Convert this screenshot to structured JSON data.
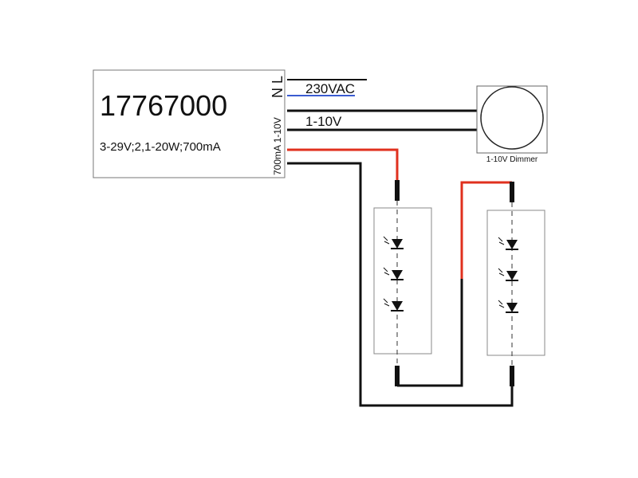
{
  "driver": {
    "model": "17767000",
    "spec": "3-29V;2,1-20W;700mA",
    "input_terminal_label": "N L",
    "output_terminal_label": "700mA 1-10V"
  },
  "wiring": {
    "mains_label": "230VAC",
    "dim_label": "1-10V"
  },
  "dimmer": {
    "label": "1-10V Dimmer"
  },
  "colors": {
    "wire": "#111111",
    "positive": "#e0301e",
    "neutral": "#3a5bd0",
    "border": "#555555"
  }
}
